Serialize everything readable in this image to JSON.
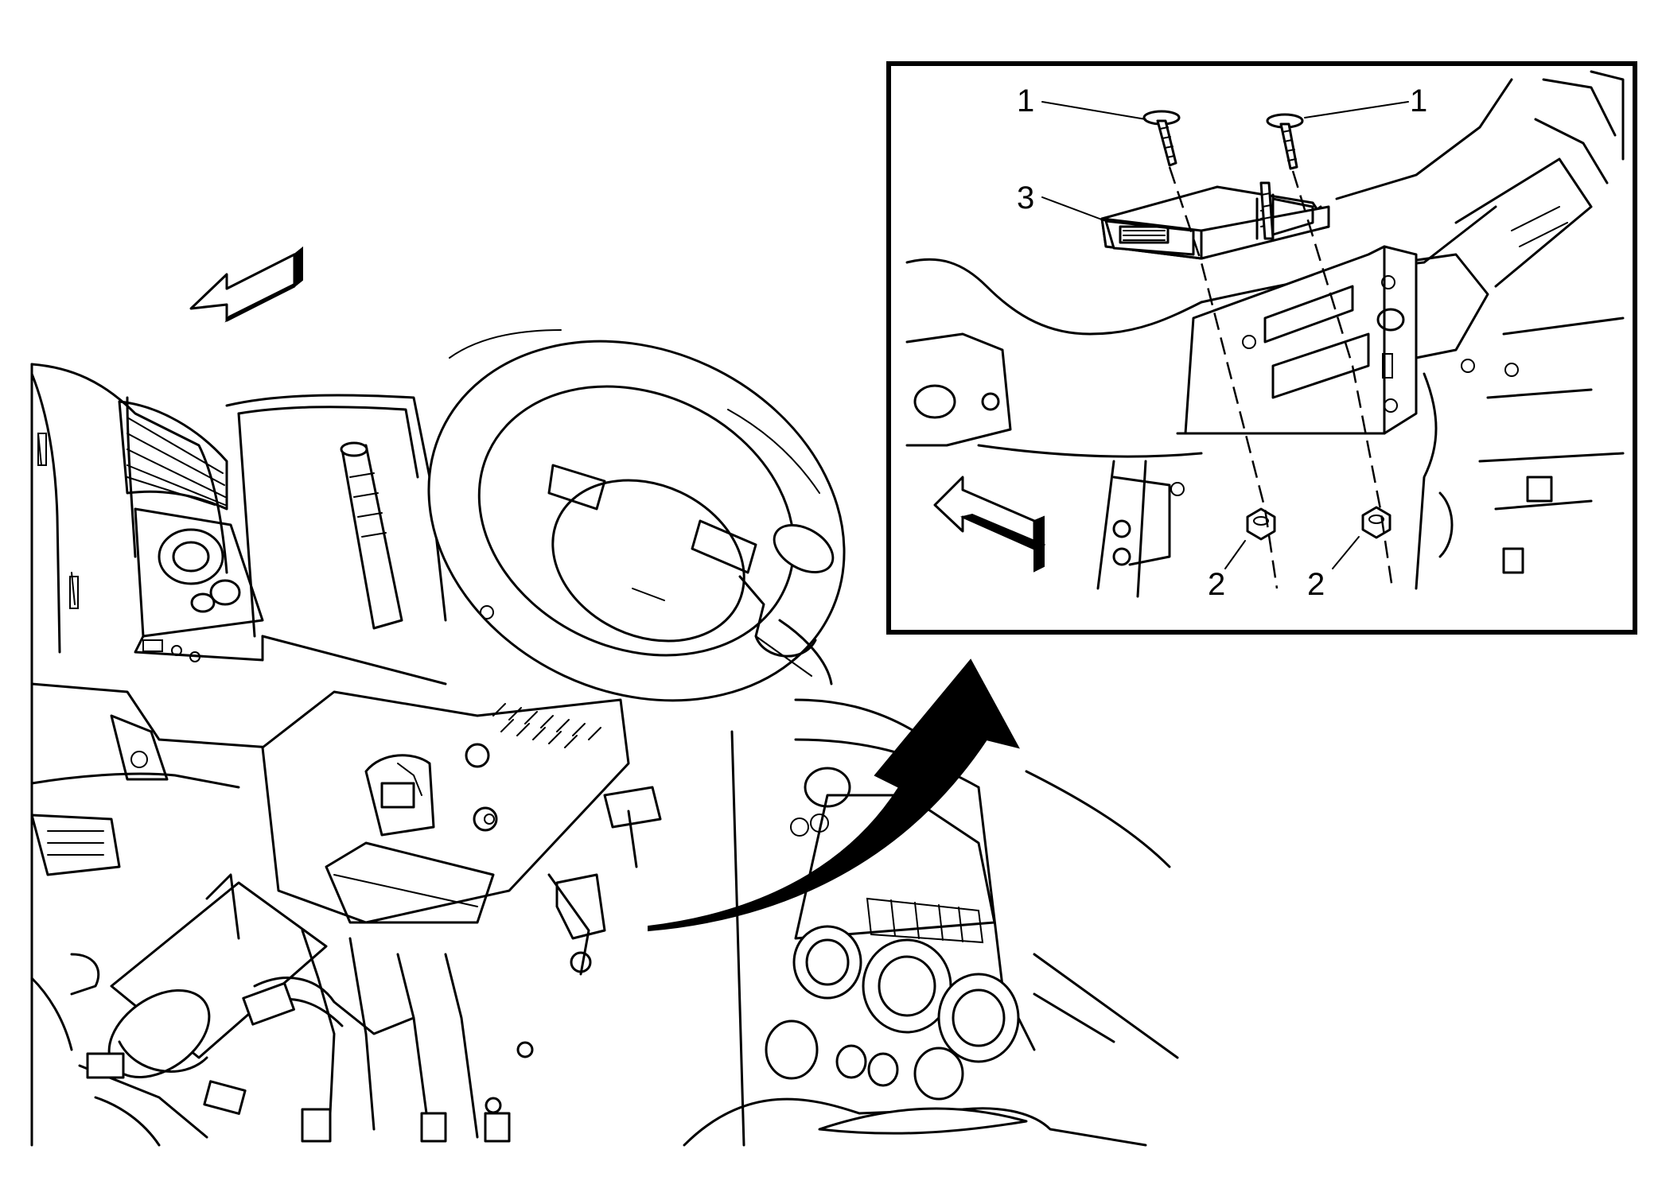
{
  "inset": {
    "callouts": [
      {
        "label": "1"
      },
      {
        "label": "1"
      },
      {
        "label": "3"
      },
      {
        "label": "2"
      },
      {
        "label": "2"
      }
    ]
  }
}
